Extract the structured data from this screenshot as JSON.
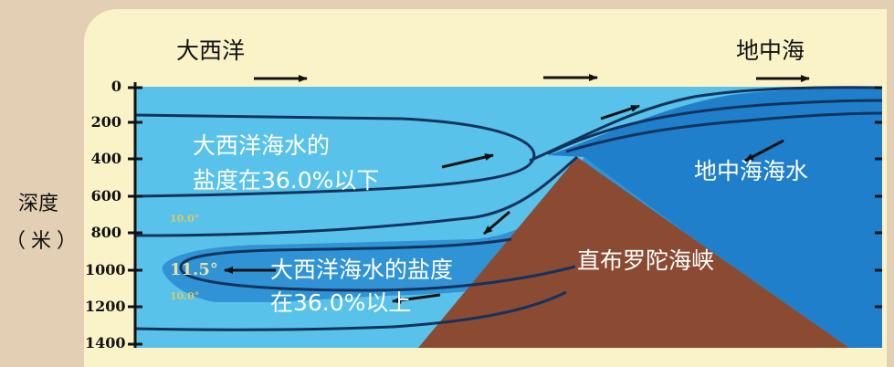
{
  "labels": {
    "atlantic": "大西洋",
    "mediterranean": "地中海",
    "atlantic_water_line1": "大西洋海水的",
    "atlantic_water_line2": "盐度在36.0%以下",
    "mediterranean_water": "地中海海水",
    "deep_water_line1": "大西洋海水的盐度",
    "deep_water_line2": "在36.0%以上",
    "strait": "直布罗陀海峡"
  },
  "y_axis": {
    "title_line1": "深度",
    "title_line2": "（米）",
    "ticks": [
      "0",
      "200",
      "400",
      "600",
      "800",
      "1000",
      "1200",
      "1400"
    ]
  },
  "isotherms": {
    "upper": "10.0°",
    "core": "11.5°",
    "lower": "10.0°"
  },
  "colors": {
    "atlantic_water": "#58c2ea",
    "mediterranean_water": "#1f7fcb",
    "strait_rock": "#8b4b32",
    "background": "#fbf3c8",
    "border": "#e3cfb3"
  }
}
